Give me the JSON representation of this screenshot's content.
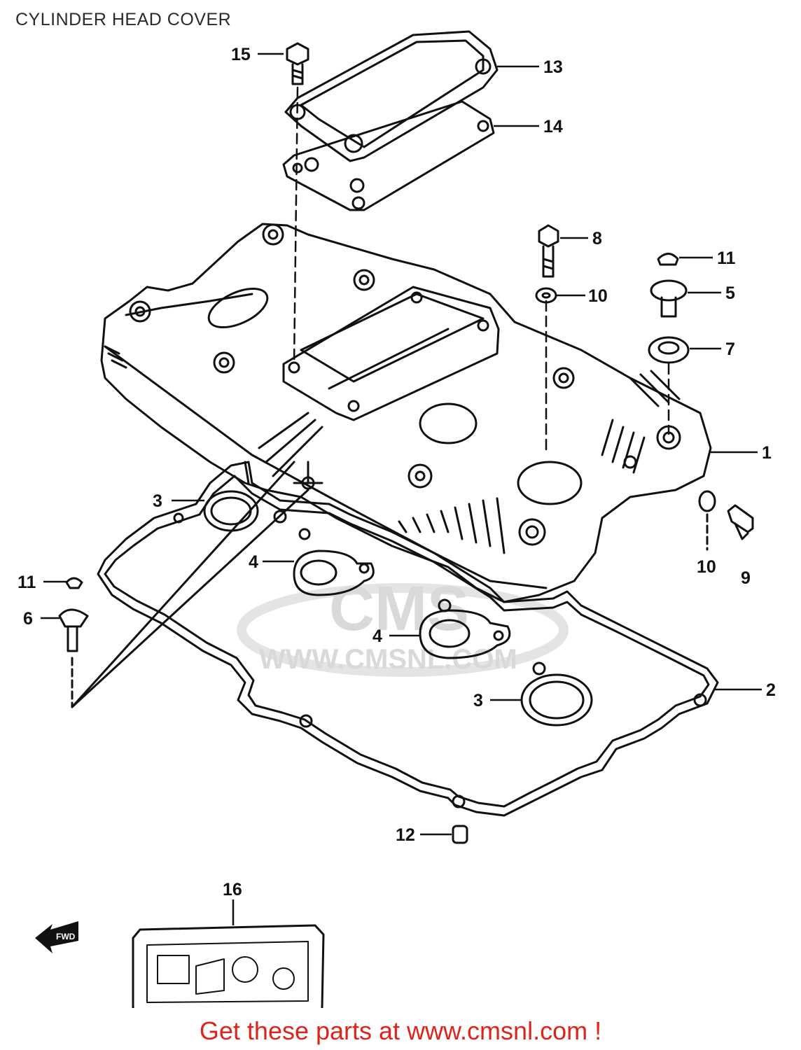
{
  "header": {
    "title": "CYLINDER HEAD COVER"
  },
  "watermark": {
    "text": "WWW.CMSNL.COM",
    "logo": "CMS"
  },
  "orientation": {
    "label": "FWD"
  },
  "callouts": [
    {
      "id": "c15",
      "text": "15"
    },
    {
      "id": "c13",
      "text": "13"
    },
    {
      "id": "c14",
      "text": "14"
    },
    {
      "id": "c8",
      "text": "8"
    },
    {
      "id": "c11a",
      "text": "11"
    },
    {
      "id": "c5",
      "text": "5"
    },
    {
      "id": "c10a",
      "text": "10"
    },
    {
      "id": "c7",
      "text": "7"
    },
    {
      "id": "c1",
      "text": "1"
    },
    {
      "id": "c3a",
      "text": "3"
    },
    {
      "id": "c4a",
      "text": "4"
    },
    {
      "id": "c11b",
      "text": "11"
    },
    {
      "id": "c6",
      "text": "6"
    },
    {
      "id": "c10b",
      "text": "10"
    },
    {
      "id": "c9",
      "text": "9"
    },
    {
      "id": "c4b",
      "text": "4"
    },
    {
      "id": "c2",
      "text": "2"
    },
    {
      "id": "c3b",
      "text": "3"
    },
    {
      "id": "c12",
      "text": "12"
    },
    {
      "id": "c16",
      "text": "16"
    }
  ],
  "footer": {
    "text": "Get these parts at www.cmsnl.com !"
  },
  "colors": {
    "line": "#111111",
    "footer": "#e0231b",
    "watermark": "#d9d9d9"
  }
}
